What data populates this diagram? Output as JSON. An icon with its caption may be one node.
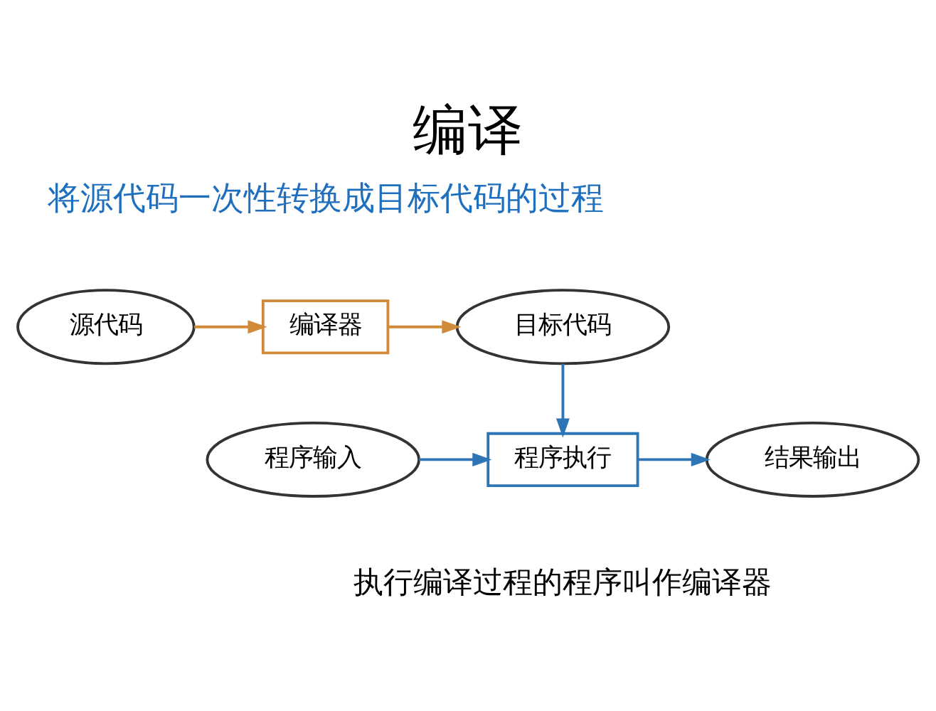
{
  "diagram": {
    "title": "编译",
    "caption": "执行编译过程的程序叫作编译器",
    "nodes": [
      {
        "text": [
          "源代码"
        ]
      },
      {
        "text": [
          "编译器"
        ]
      },
      {
        "text": [
          "目标代码"
        ]
      },
      {
        "text": [
          "程序输入"
        ]
      },
      {
        "text": [
          "程序执行"
        ]
      },
      {
        "text": [
          "结果输出"
        ]
      }
    ],
    "edges": [
      {
        "from": 0,
        "to": 1,
        "arrow": "to",
        "color": "#d08a3a"
      },
      {
        "from": 1,
        "to": 2,
        "arrow": "to",
        "color": "#d08a3a"
      },
      {
        "from": 2,
        "to": 4,
        "arrow": "to"
      },
      {
        "from": 3,
        "to": 4,
        "arrow": "to"
      },
      {
        "from": 4,
        "to": 5,
        "arrow": "to"
      }
    ],
    "labels": [
      "将源代码一次性转换成目标代码的过程"
    ]
  }
}
